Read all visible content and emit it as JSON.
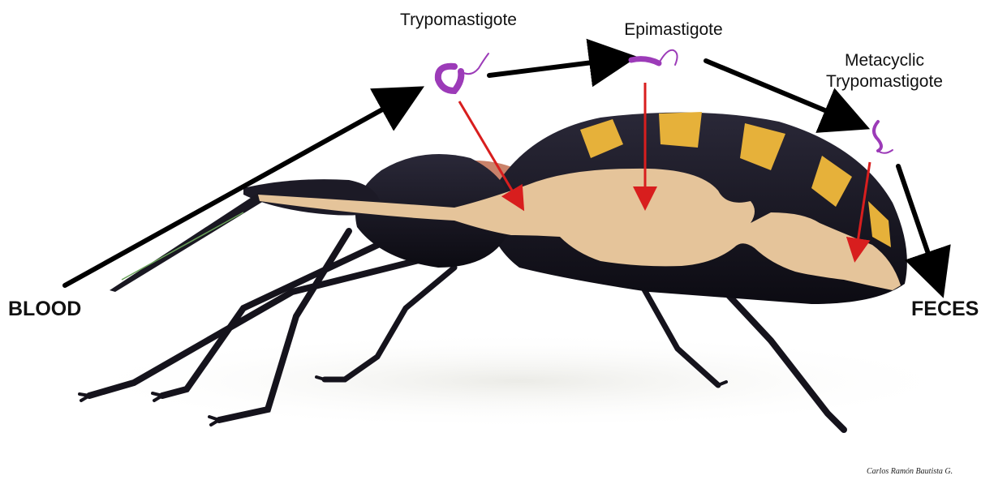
{
  "labels": {
    "trypomastigote": "Trypomastigote",
    "epimastigote": "Epimastigote",
    "metacyclic_line1": "Metacyclic",
    "metacyclic_line2": "Trypomastigote",
    "blood": "BLOOD",
    "feces": "FECES"
  },
  "credit": "Carlos Ramón Bautista G.",
  "colors": {
    "background": "#ffffff",
    "insect_body": "#15131c",
    "abdomen_band": "#e6b13a",
    "gut": "#e5c49a",
    "parasite": "#9c3bb8",
    "flow_arrow": "#000000",
    "location_arrow": "#d81e1e",
    "wing": "#c9826a"
  },
  "icons": {
    "parasite": "parasite-icon",
    "insect": "triatomine-bug-icon"
  }
}
